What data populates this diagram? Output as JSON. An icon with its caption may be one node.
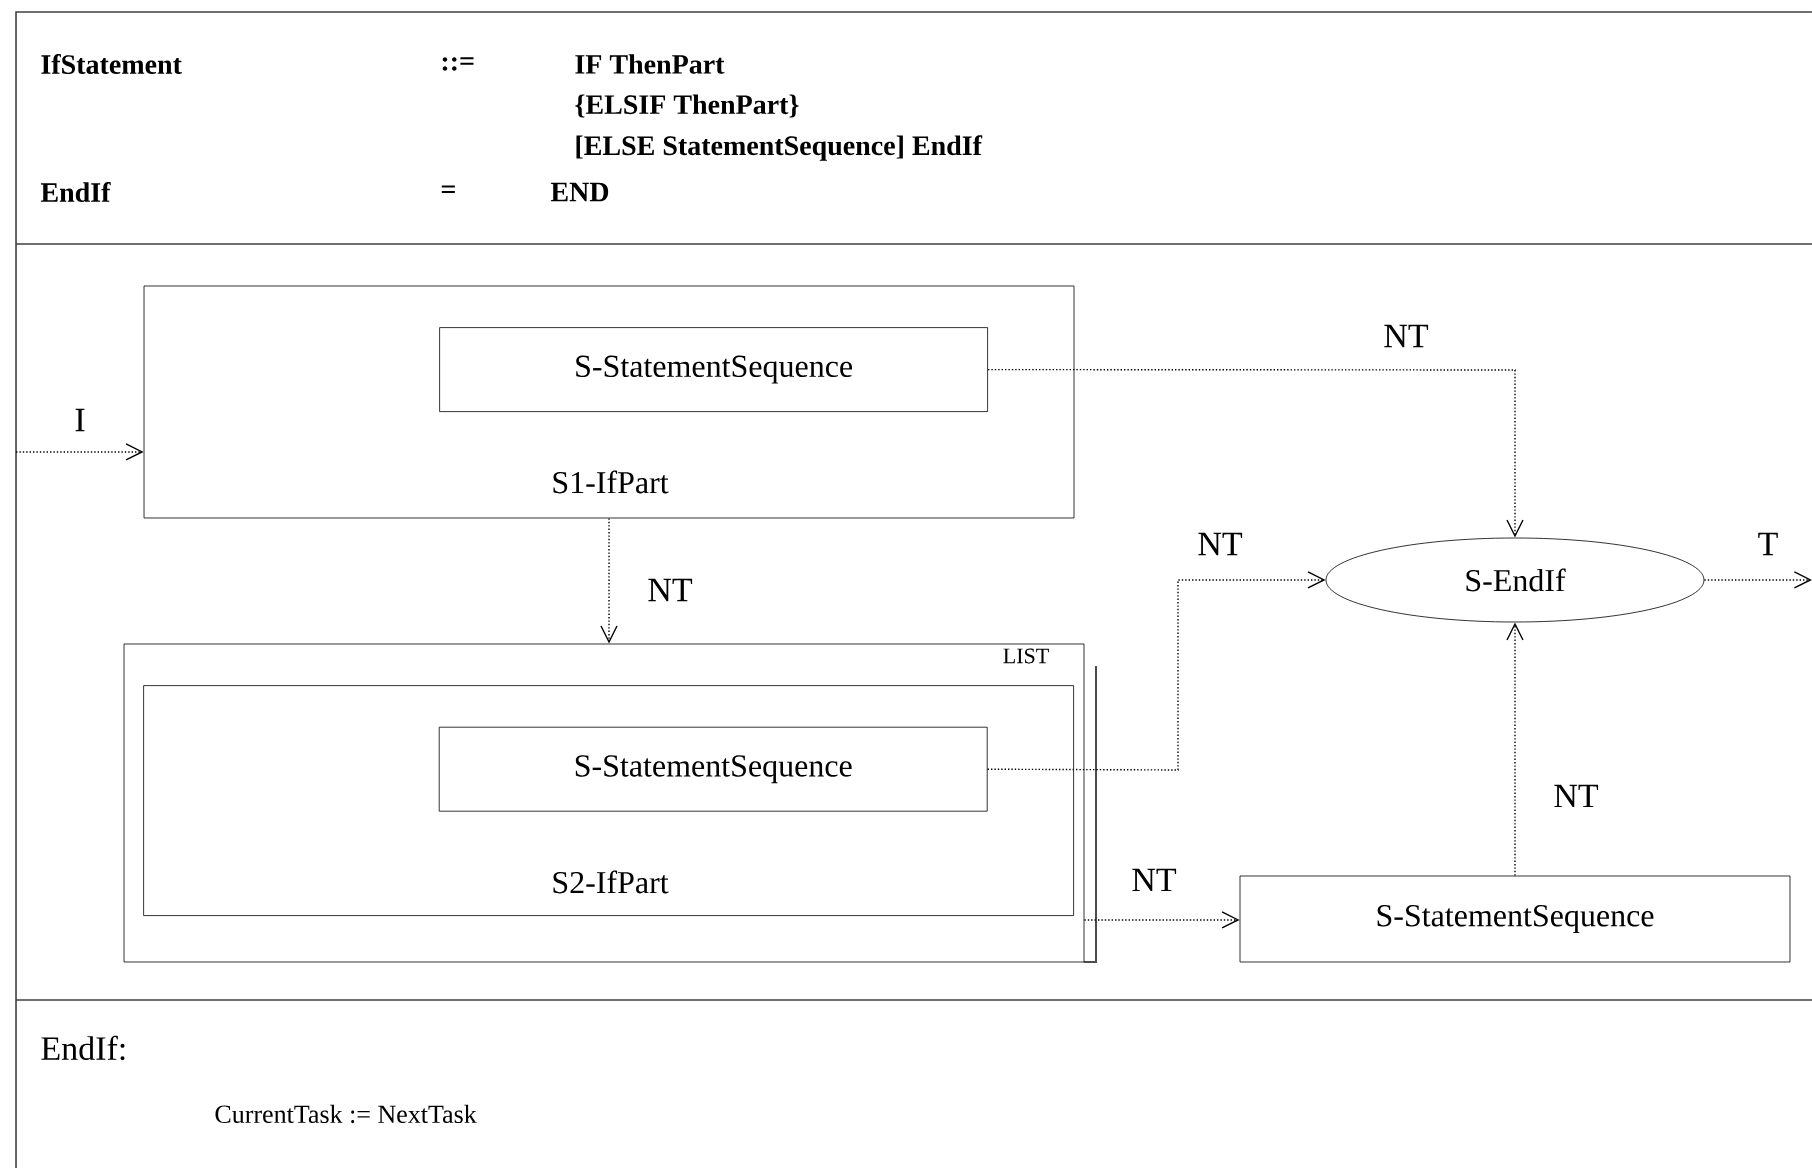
{
  "diagram": {
    "nodes": [
      {
        "text": [
          "S1-IfPart"
        ]
      },
      {
        "text": [
          "S-StatementSequence"
        ],
        "in": 0
      },
      {
        "text": [
          "LIST"
        ]
      },
      {
        "text": [
          "S2-IfPart"
        ],
        "in": 2
      },
      {
        "text": [
          "S-StatementSequence"
        ],
        "in": 3
      },
      {
        "text": [
          "S-EndIf"
        ]
      },
      {
        "text": [
          "S-StatementSequence"
        ]
      }
    ],
    "edges": [
      {
        "from": null,
        "to": 0,
        "arrow": "to",
        "label": "I"
      },
      {
        "from": 1,
        "to": 5,
        "arrow": "to",
        "label": "NT"
      },
      {
        "from": 0,
        "to": 2,
        "arrow": "to",
        "label": "NT"
      },
      {
        "from": 4,
        "to": 5,
        "arrow": "to",
        "label": "NT"
      },
      {
        "from": 2,
        "to": 6,
        "arrow": "to",
        "label": "NT"
      },
      {
        "from": 6,
        "to": 5,
        "arrow": "to",
        "label": "NT"
      },
      {
        "from": 5,
        "to": null,
        "arrow": "to",
        "label": "T"
      }
    ],
    "labels": [
      "IfStatement",
      "::=",
      "IF ThenPart",
      "{ELSIF ThenPart}",
      "[ELSE StatementSequence] EndIf",
      "EndIf",
      "=",
      "END",
      "EndIf:",
      "CurrentTask := NextTask"
    ]
  }
}
